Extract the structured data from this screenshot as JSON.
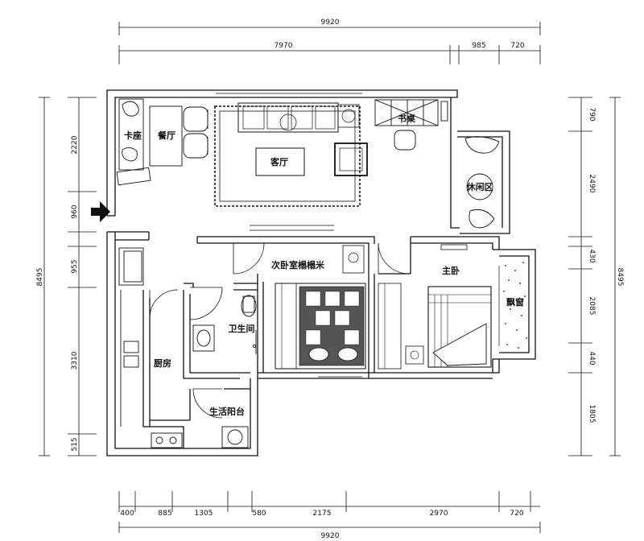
{
  "dimensions": {
    "top_total": "9920",
    "top_parts": [
      "7970",
      "985",
      "720"
    ],
    "bottom_parts": [
      "400",
      "885",
      "1305",
      "580",
      "2175",
      "2970",
      "720"
    ],
    "bottom_total": "9920",
    "left_parts": [
      "2220",
      "960",
      "955",
      "3310",
      "515"
    ],
    "left_total": "8495",
    "right_parts": [
      "790",
      "2490",
      "430",
      "2085",
      "440",
      "1805"
    ],
    "right_total": "8495"
  },
  "rooms": {
    "booth_seat": "卡座",
    "dining": "餐厅",
    "living": "客厅",
    "desk": "书桌",
    "leisure": "休闲区",
    "second_bedroom": "次卧室榻榻米",
    "master_bedroom": "主卧",
    "bay_window": "飘窗",
    "bathroom": "卫生间",
    "kitchen": "厨房",
    "utility_balcony": "生活阳台"
  },
  "icons": {
    "entrance": "entrance-arrow-icon"
  },
  "colors": {
    "line": "#111111",
    "hatch": "#555555",
    "background": "#ffffff"
  }
}
